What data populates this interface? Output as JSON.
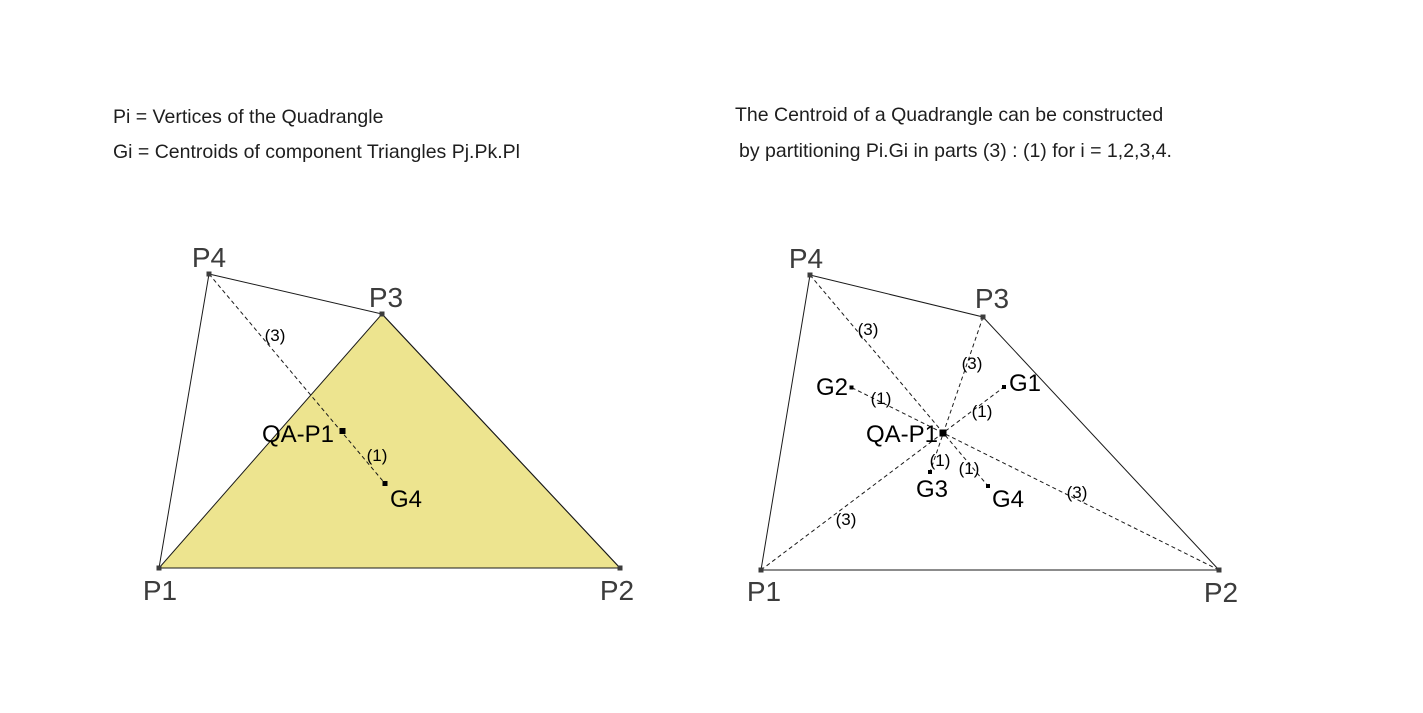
{
  "colors": {
    "background": "#ffffff",
    "triangle_fill": "#ede48f",
    "line_color": "#1a1a1a",
    "vertex_label_color": "#3c3c3c",
    "point_label_color": "#000000"
  },
  "left": {
    "caption_line1": "Pi = Vertices of the Quadrangle",
    "caption_line2": "Gi = Centroids of component Triangles Pj.Pk.Pl",
    "labels": {
      "p1": "P1",
      "p2": "P2",
      "p3": "P3",
      "p4": "P4",
      "qa": "QA-P1",
      "g4": "G4",
      "part3": "(3)",
      "part1": "(1)"
    }
  },
  "right": {
    "caption_line1": "The Centroid of a Quadrangle can be constructed",
    "caption_line2": "by partitioning Pi.Gi in parts (3) : (1) for i = 1,2,3,4.",
    "labels": {
      "p1": "P1",
      "p2": "P2",
      "p3": "P3",
      "p4": "P4",
      "qa": "QA-P1",
      "g1": "G1",
      "g2": "G2",
      "g3": "G3",
      "g4": "G4",
      "part3": "(3)",
      "part1": "(1)"
    }
  }
}
